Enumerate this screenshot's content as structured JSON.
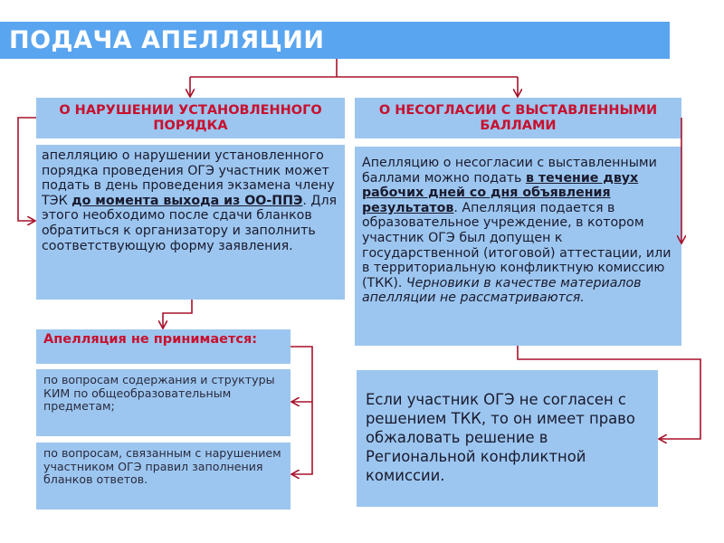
{
  "title": "ПОДАЧА АПЕЛЛЯЦИИ",
  "left": {
    "header": "О НАРУШЕНИИ УСТАНОВЛЕННОГО ПОРЯДКА",
    "body_part1": "апелляцию о нарушении установленного порядка проведения ОГЭ участник может подать в день проведения экзамена члену ТЭК ",
    "body_underline": "до момента выхода из ОО-ППЭ",
    "body_part2": ". Для этого необходимо после сдачи бланков обратиться к организатору и заполнить соответствующую форму заявления."
  },
  "right": {
    "header": "О НЕСОГЛАСИИ С ВЫСТАВЛЕННЫМИ БАЛЛАМИ",
    "body_part1": "Апелляцию о несогласии с выставленными баллами можно подать ",
    "body_underline": "в течение двух рабочих дней со дня объявления результатов",
    "body_part2": ". Апелляция подается в образовательное учреждение, в котором участник ОГЭ был допущен к государственной (итоговой) аттестации, или в территориальную конфликтную комиссию (ТКК). ",
    "body_italic": "Черновики в качестве материалов апелляции не рассматриваются."
  },
  "rejected": {
    "header": "Апелляция не принимается:",
    "item1": "по вопросам содержания и структуры КИМ по общеобразовательным предметам;",
    "item2": "по вопросам, связанным с нарушением участником ОГЭ правил заполнения бланков ответов."
  },
  "regional": {
    "text": "Если участник ОГЭ не согласен с решением ТКК, то он имеет право обжаловать решение в Региональной конфликтной комиссии."
  },
  "colors": {
    "title_bg": "#5aa5ef",
    "box_bg": "#9cc6ef",
    "header_text": "#c8102e",
    "connector": "#a8112a"
  }
}
